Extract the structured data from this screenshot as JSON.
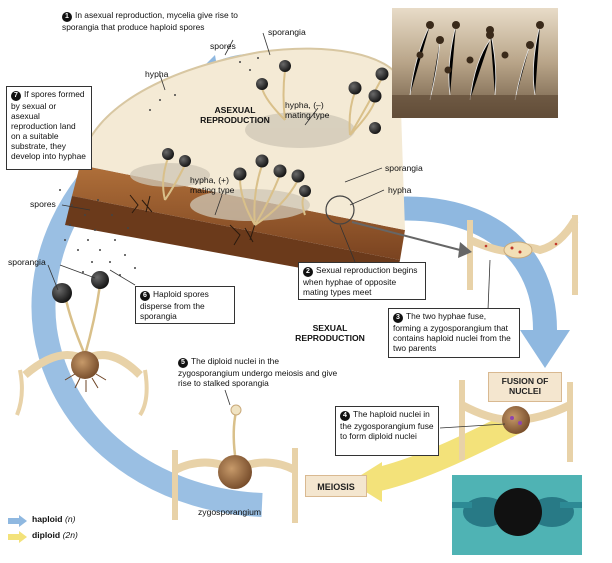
{
  "callouts": {
    "c1": {
      "num": "1",
      "text": "In asexual reproduction, mycelia give rise to sporangia that produce haploid spores"
    },
    "c2": {
      "num": "2",
      "text": "Sexual reproduction begins when hyphae of opposite mating types meet"
    },
    "c3": {
      "num": "3",
      "text": "The two hyphae fuse, forming a zygosporangium that contains haploid nuclei from the two parents"
    },
    "c4": {
      "num": "4",
      "text": "The haploid nuclei in the zygosporangium fuse to form diploid nuclei"
    },
    "c5": {
      "num": "5",
      "text": "The diploid nuclei in the zygosporangium undergo meiosis and give rise to stalked sporangia"
    },
    "c6": {
      "num": "6",
      "text": "Haploid spores disperse from the sporangia"
    },
    "c7": {
      "num": "7",
      "text": "If spores formed by sexual or asexual reproduction land on a suitable substrate, they develop into hyphae"
    }
  },
  "labels": {
    "spores_top": "spores",
    "sporangia_top": "sporangia",
    "hypha_top": "hypha",
    "asexual": "ASEXUAL REPRODUCTION",
    "hypha_minus": "hypha, (–) mating type",
    "hypha_plus": "hypha, (+) mating type",
    "sporangia_mid": "sporangia",
    "hypha_mid": "hypha",
    "spores_left": "spores",
    "sporangia_left": "sporangia",
    "sexual": "SEXUAL REPRODUCTION",
    "fusion": "FUSION OF NUCLEI",
    "meiosis": "MEIOSIS",
    "zygosporangium": "zygosporangium"
  },
  "legend": {
    "haploid": "haploid",
    "haploid_n": "(n)",
    "diploid": "diploid",
    "diploid_n": "(2n)"
  },
  "colors": {
    "haploid_arrow": "#8fb8e0",
    "diploid_arrow": "#f3e27a",
    "substrate_top": "#f4ead5",
    "substrate_side": "#9a5a2c",
    "sporangium": "#2a2a2a",
    "hypha": "#d9c08a",
    "micrograph_bg": "#4fb3b4"
  },
  "icons": {
    "haploid_legend": "blue-arrow-icon",
    "diploid_legend": "yellow-arrow-icon"
  }
}
